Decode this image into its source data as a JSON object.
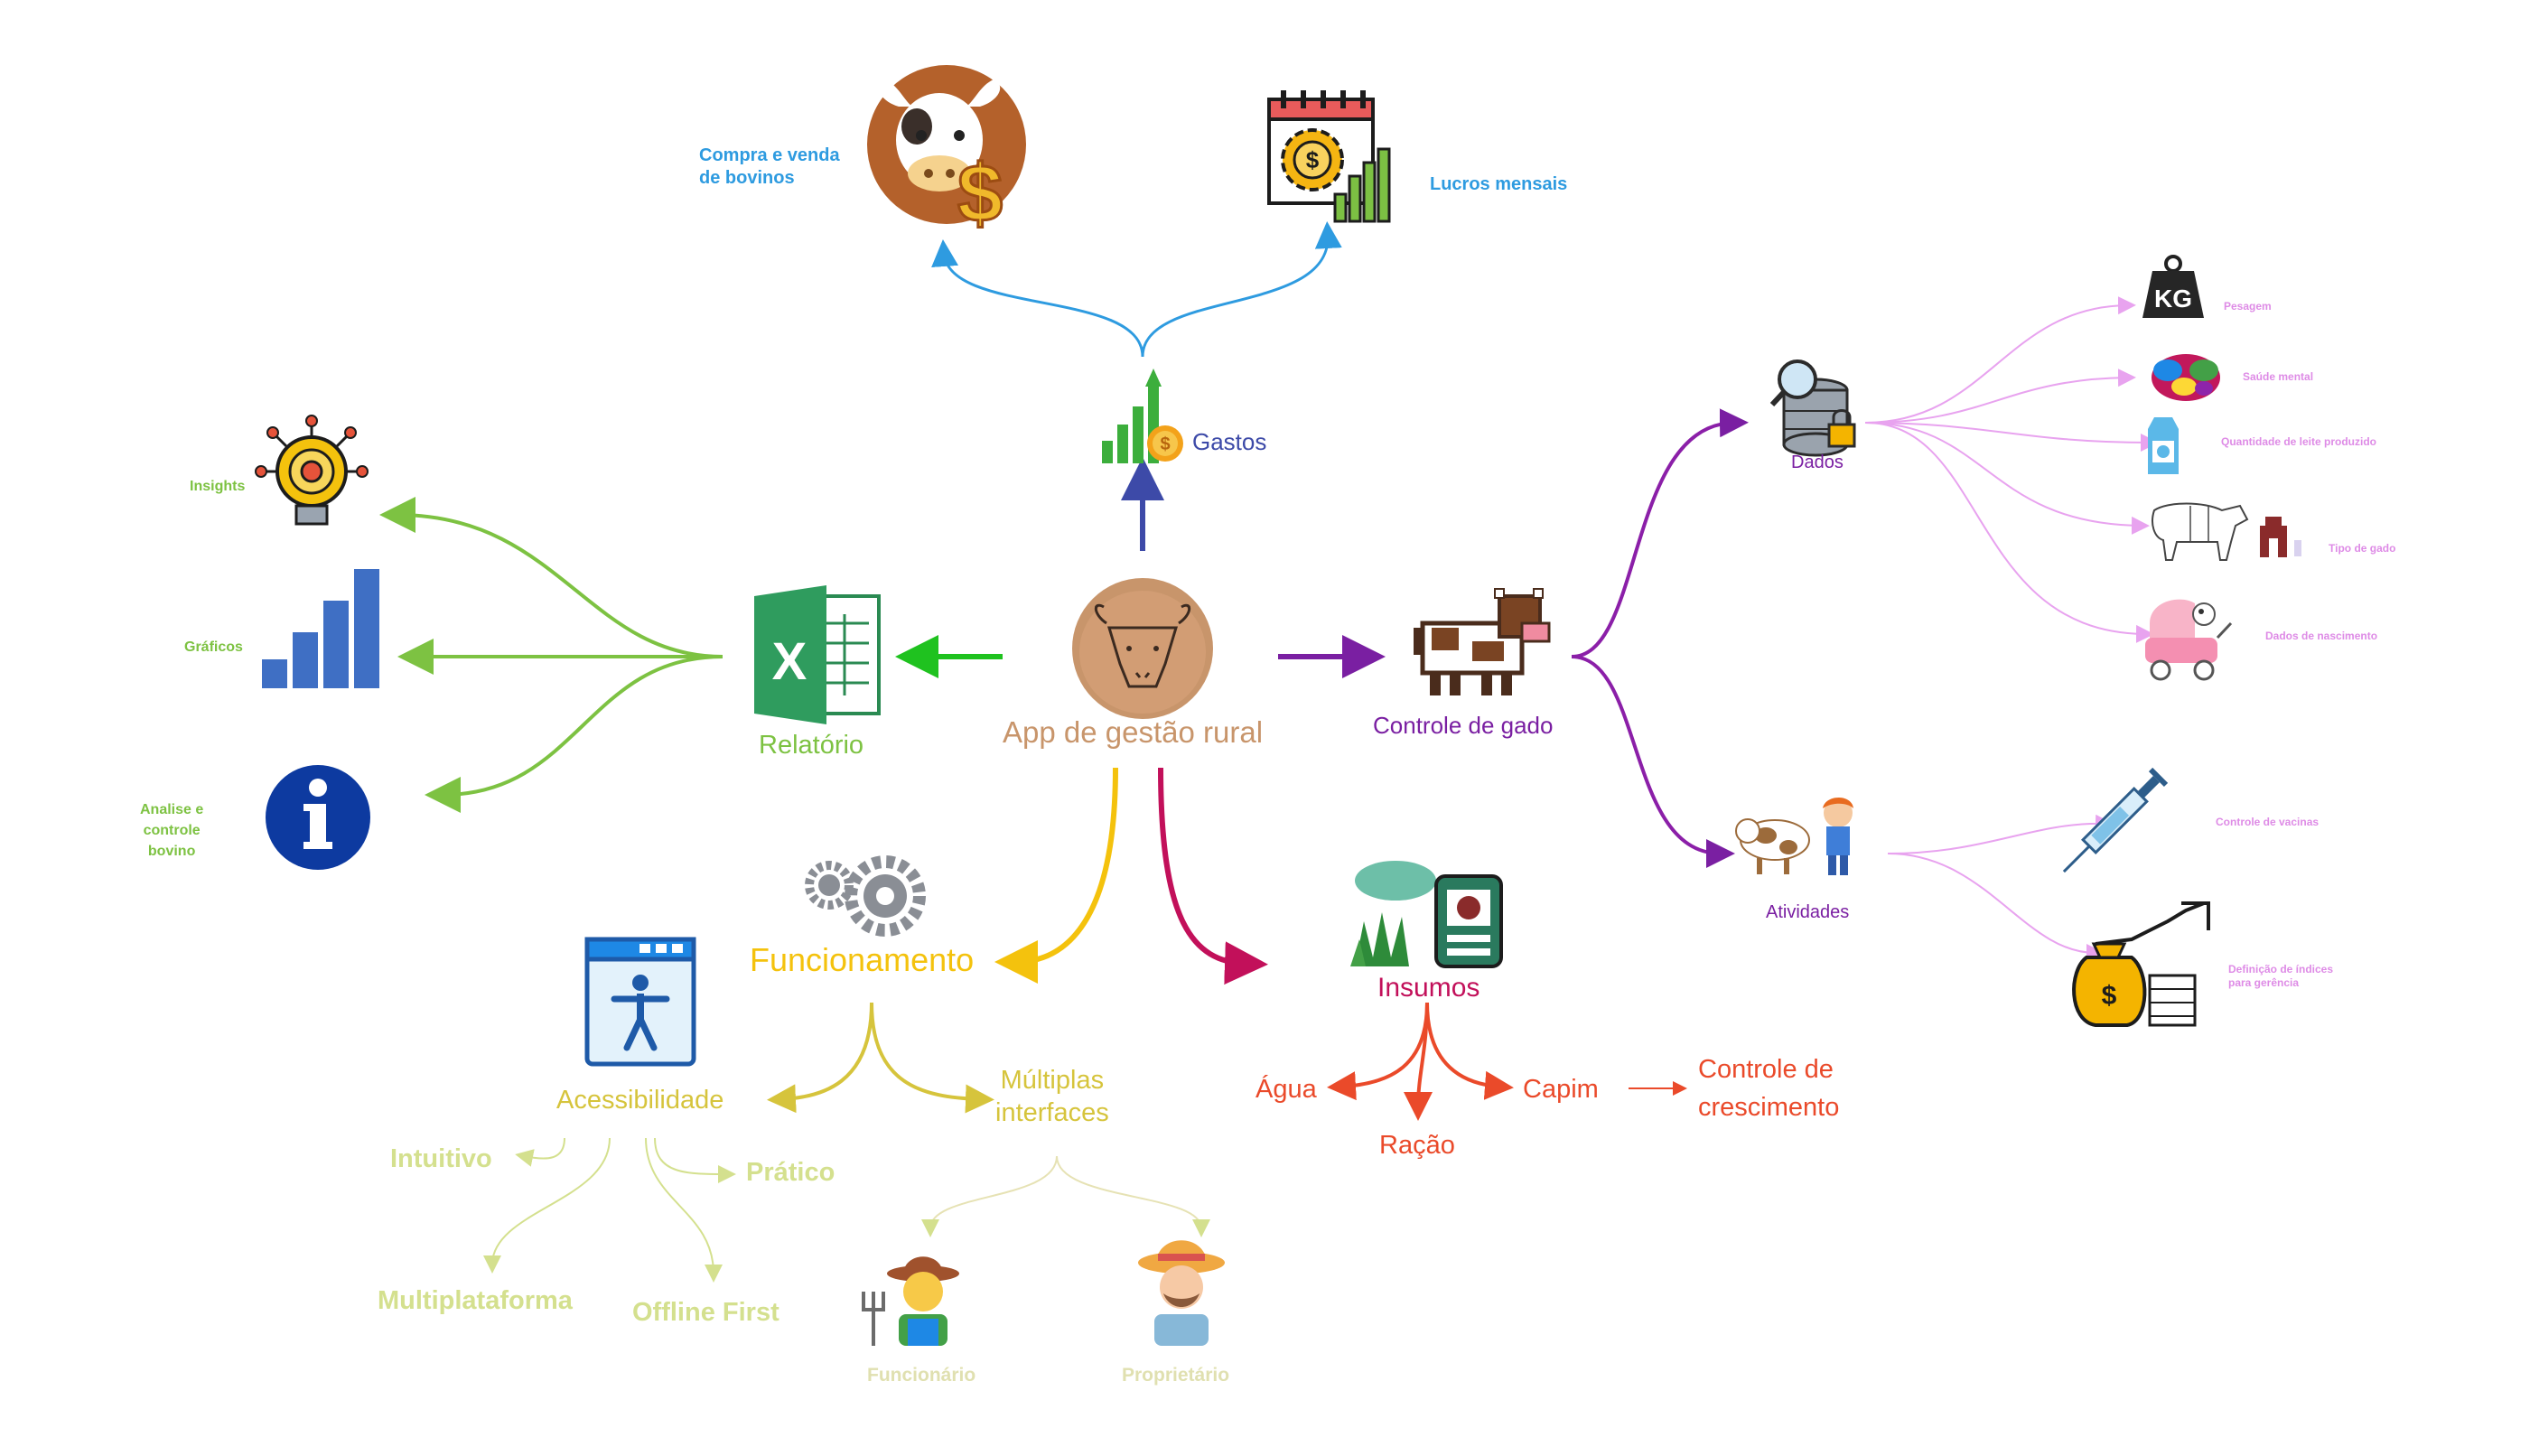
{
  "center": {
    "label": "App de gestão rural",
    "icon": "bull-head-icon"
  },
  "gastos": {
    "label": "Gastos",
    "icon": "growth-coin-chart-icon",
    "children": [
      {
        "label": "Compra e venda\nde bovinos",
        "icon": "cow-dollar-icon"
      },
      {
        "label": "Lucros mensais",
        "icon": "calendar-gear-chart-icon"
      }
    ]
  },
  "relatorio": {
    "label": "Relatório",
    "icon": "excel-sheet-icon",
    "children": [
      {
        "label": "Insights",
        "icon": "lightbulb-target-icon"
      },
      {
        "label": "Gráficos",
        "icon": "bar-chart-icon"
      },
      {
        "label": "Analise e\ncontrole\nbovino",
        "icon": "info-circle-icon"
      }
    ]
  },
  "controle": {
    "label": "Controle de gado",
    "icon": "pixel-cow-icon",
    "dados": {
      "label": "Dados",
      "icon": "database-search-lock-icon",
      "children": [
        {
          "label": "Pesagem",
          "icon": "kg-weight-icon"
        },
        {
          "label": "Saúde mental",
          "icon": "brain-icon"
        },
        {
          "label": "Quantidade de leite produzido",
          "icon": "milk-carton-icon"
        },
        {
          "label": "Tipo de gado",
          "icon": "cow-breed-icon"
        },
        {
          "label": "Dados de nascimento",
          "icon": "baby-stroller-icon"
        }
      ]
    },
    "atividades": {
      "label": "Atividades",
      "icon": "farmer-cow-icon",
      "children": [
        {
          "label": "Controle de vacinas",
          "icon": "syringe-icon"
        },
        {
          "label": "Definição de índices\npara gerência",
          "icon": "money-bag-chart-icon"
        }
      ]
    }
  },
  "funcionamento": {
    "label": "Funcionamento",
    "icon": "gears-icon",
    "acessibilidade": {
      "label": "Acessibilidade",
      "icon": "accessibility-window-icon",
      "children": [
        "Intuitivo",
        "Prático",
        "Multiplataforma",
        "Offline First"
      ]
    },
    "interfaces": {
      "label": "Múltiplas\ninterfaces",
      "children": [
        {
          "label": "Funcionário",
          "icon": "farmer-worker-icon"
        },
        {
          "label": "Proprietário",
          "icon": "farmer-owner-icon"
        }
      ]
    }
  },
  "insumos": {
    "label": "Insumos",
    "icon": "pasture-feed-bag-icon",
    "children": [
      "Água",
      "Ração",
      "Capim"
    ],
    "capim_child": "Controle de\ncrescimento"
  },
  "colors": {
    "center": "#c8956b",
    "gastos": "#3d4aa8",
    "gastos_branch": "#2e9be0",
    "relatorio": "#7dc242",
    "relatorio_arrow": "#1fc21f",
    "controle": "#7a1fa2",
    "dados_branch": "#e8a3ef",
    "funcionamento": "#f4c20d",
    "acess": "#d6c43c",
    "acess_children": "#d4e08e",
    "insumos": "#c2105a",
    "insumos_children": "#ea4a2a"
  }
}
